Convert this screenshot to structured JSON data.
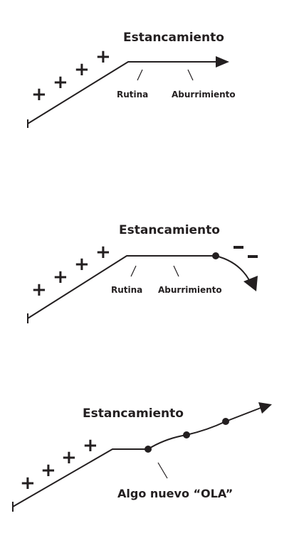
{
  "panel1": {
    "title": "Estancamiento",
    "labels": [
      "Rutina",
      "Aburrimiento"
    ],
    "plus_signs": [
      "+",
      "+",
      "+",
      "+"
    ]
  },
  "panel2": {
    "title": "Estancamiento",
    "labels": [
      "Rutina",
      "Aburrimiento"
    ],
    "plus_signs": [
      "+",
      "+",
      "+",
      "+"
    ],
    "minus_signs": [
      "-",
      "-"
    ]
  },
  "panel3": {
    "title": "Estancamiento",
    "label": "Algo nuevo “OLA”",
    "plus_signs": [
      "+",
      "+",
      "+",
      "+"
    ]
  },
  "colors": {
    "ink": "#231f20",
    "background": "#ffffff"
  }
}
